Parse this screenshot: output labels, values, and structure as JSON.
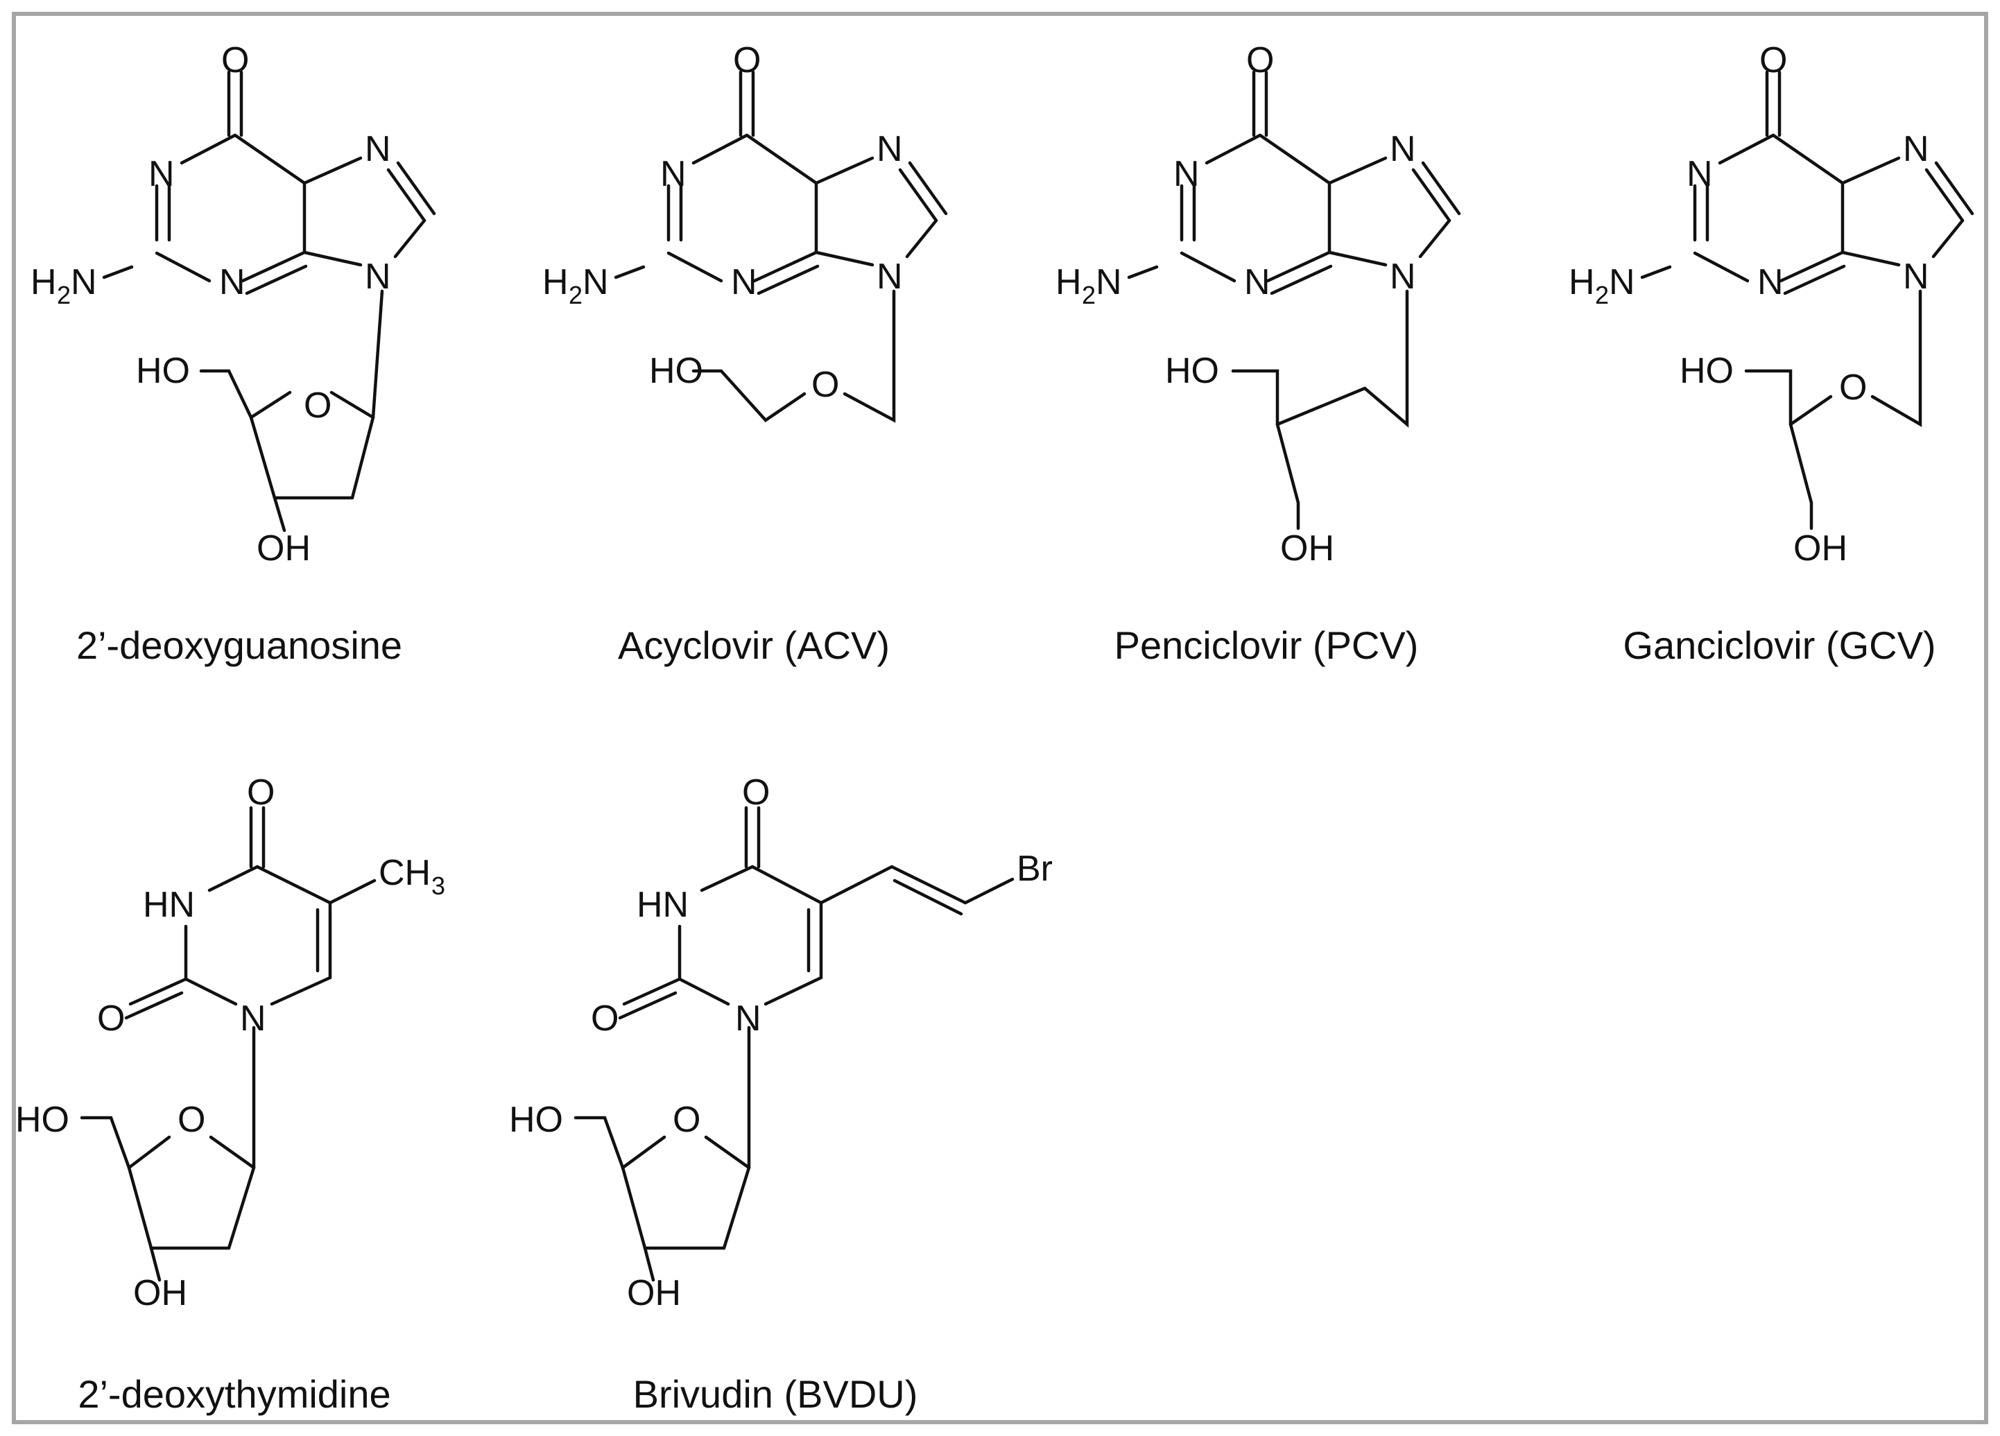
{
  "molecules": [
    {
      "id": "deoxyguanosine",
      "caption": "2’-deoxyguanosine",
      "atoms": {
        "O": "O",
        "N": "N",
        "H": "H",
        "NH_sub": "2",
        "HO": "HO",
        "OH": "OH"
      }
    },
    {
      "id": "acyclovir",
      "caption": "Acyclovir (ACV)",
      "atoms": {
        "O": "O",
        "N": "N",
        "H": "H",
        "NH_sub": "2",
        "HO": "HO"
      }
    },
    {
      "id": "penciclovir",
      "caption": "Penciclovir (PCV)",
      "atoms": {
        "O": "O",
        "N": "N",
        "H": "H",
        "NH_sub": "2",
        "HO": "HO",
        "OH": "OH"
      }
    },
    {
      "id": "ganciclovir",
      "caption": "Ganciclovir (GCV)",
      "atoms": {
        "O": "O",
        "N": "N",
        "H": "H",
        "NH_sub": "2",
        "HO": "HO",
        "OH": "OH"
      }
    },
    {
      "id": "deoxythymidine",
      "caption": "2’-deoxythymidine",
      "atoms": {
        "O": "O",
        "N": "N",
        "HN": "HN",
        "CH": "CH",
        "CH_sub": "3",
        "HO": "HO",
        "OH": "OH"
      }
    },
    {
      "id": "brivudin",
      "caption": "Brivudin (BVDU)",
      "atoms": {
        "O": "O",
        "N": "N",
        "HN": "HN",
        "Br": "Br",
        "HO": "HO",
        "OH": "OH"
      }
    }
  ],
  "colors": {
    "frame": "#a6a6a6",
    "ink": "#111111",
    "background": "#ffffff"
  }
}
